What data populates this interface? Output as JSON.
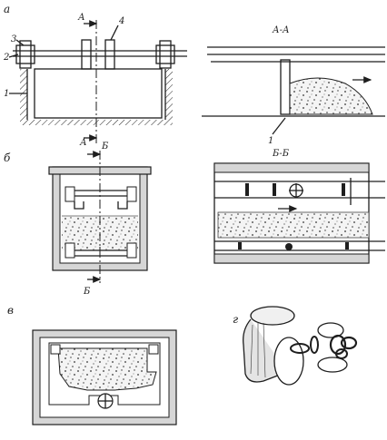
{
  "figure": {
    "panel_a": {
      "letter": "а",
      "section_title": "А-А",
      "callouts": [
        "1",
        "2",
        "3",
        "4"
      ],
      "cut_marks": [
        "А",
        "А"
      ],
      "pointer_label": "1"
    },
    "panel_b": {
      "letter": "б",
      "section_title": "Б-Б",
      "cut_marks": [
        "Б",
        "Б"
      ]
    },
    "panel_v": {
      "letter": "в"
    },
    "panel_g": {
      "letter": "г"
    }
  }
}
